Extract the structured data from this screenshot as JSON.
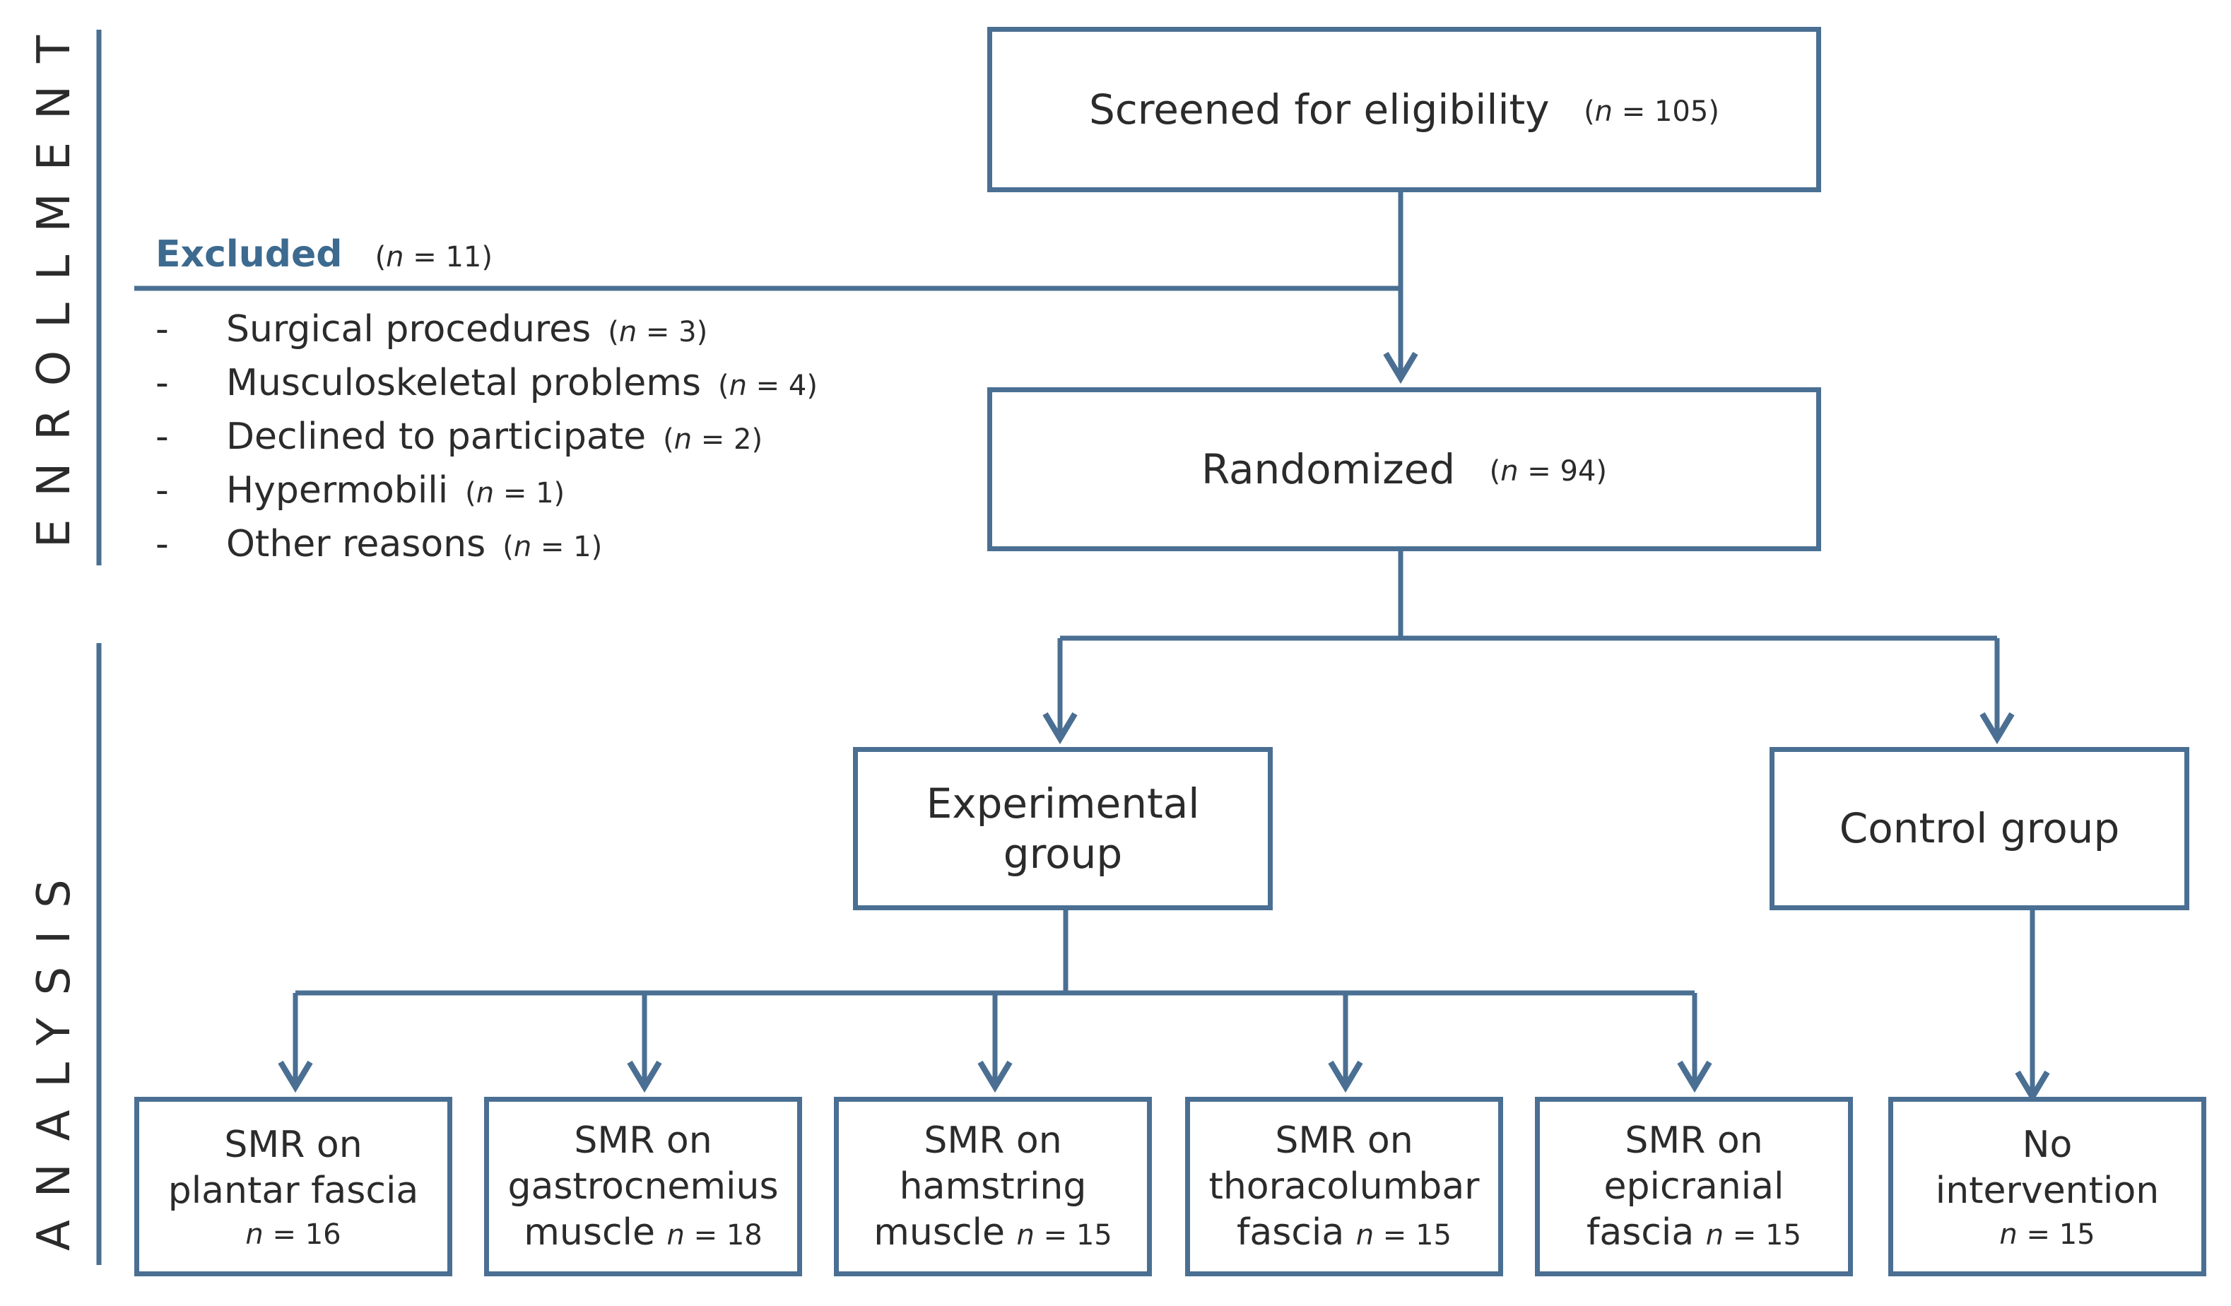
{
  "phases": {
    "enrollment": "ENROLLMENT",
    "analysis": "ANALYSIS"
  },
  "screened": {
    "label": "Screened for eligibility",
    "n": "105"
  },
  "excluded": {
    "label": "Excluded",
    "n": "11",
    "reasons": [
      {
        "label": "Surgical procedures",
        "n": "3"
      },
      {
        "label": "Musculoskeletal problems",
        "n": "4"
      },
      {
        "label": "Declined to participate",
        "n": "2"
      },
      {
        "label": "Hypermobili",
        "n": "1"
      },
      {
        "label": "Other reasons",
        "n": "1"
      }
    ]
  },
  "randomized": {
    "label": "Randomized",
    "n": "94"
  },
  "experimental": {
    "label_line1": "Experimental",
    "label_line2": "group"
  },
  "control": {
    "label": "Control group"
  },
  "leaves": [
    {
      "line1": "SMR on",
      "line2": "plantar fascia",
      "n": "16"
    },
    {
      "line1": "SMR on",
      "line2": "gastrocnemius",
      "line3": "muscle",
      "n": "18"
    },
    {
      "line1": "SMR on",
      "line2": "hamstring",
      "line3": "muscle",
      "n": "15"
    },
    {
      "line1": "SMR on",
      "line2": "thoracolumbar",
      "line3": "fascia",
      "n": "15"
    },
    {
      "line1": "SMR on",
      "line2": "epicranial",
      "line3": "fascia",
      "n": "15"
    },
    {
      "line1": "No",
      "line2": "intervention",
      "n": "15"
    }
  ],
  "n_prefix": "n",
  "colors": {
    "line": "#4a6f93",
    "excluded_title": "#3d6a8f",
    "text": "#2b2b2b"
  }
}
